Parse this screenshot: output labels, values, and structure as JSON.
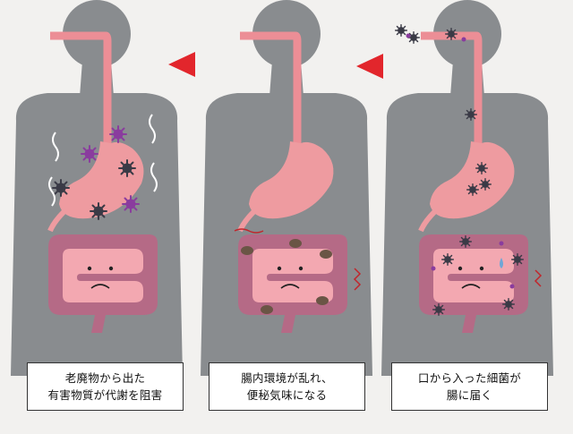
{
  "colors": {
    "background": "#f2f1ef",
    "body": "#898c8f",
    "esophagus": "#ec8e96",
    "stomach": "#ee9ba0",
    "intestine_outer": "#b56a86",
    "intestine_inner": "#f3a8b1",
    "arrow": "#e2262c",
    "germ": "#3a3a46",
    "toxin": "#8a3c9e",
    "dirt": "#6a5545"
  },
  "panels": [
    {
      "caption": {
        "line1": "老廃物から出た",
        "line2": "有害物質が代謝を阻害"
      }
    },
    {
      "caption": {
        "line1": "腸内環境が乱れ、",
        "line2": "便秘気味になる"
      }
    },
    {
      "caption": {
        "line1": "口から入った細菌が",
        "line2": "腸に届く"
      }
    }
  ]
}
